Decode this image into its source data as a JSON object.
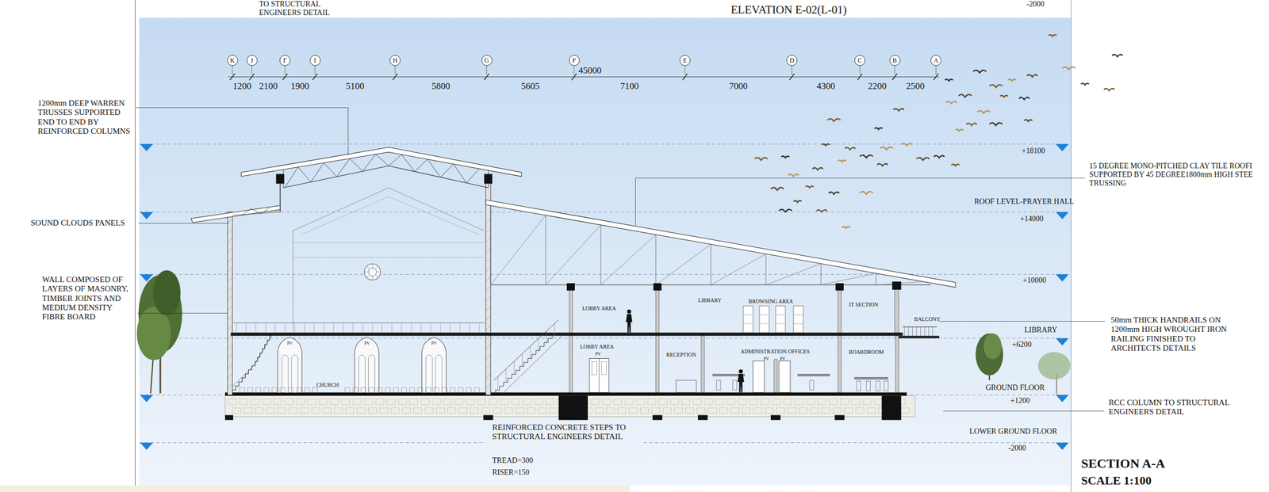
{
  "diagram": {
    "title": "SECTION A-A",
    "nodes": [
      {
        "text": [
          "K"
        ]
      },
      {
        "text": [
          "J"
        ]
      },
      {
        "text": [
          "Γ"
        ]
      },
      {
        "text": [
          "I"
        ]
      },
      {
        "text": [
          "H"
        ]
      },
      {
        "text": [
          "G"
        ]
      },
      {
        "text": [
          "F"
        ]
      },
      {
        "text": [
          "E"
        ]
      },
      {
        "text": [
          "D"
        ]
      },
      {
        "text": [
          "C"
        ]
      },
      {
        "text": [
          "B"
        ]
      },
      {
        "text": [
          "A"
        ]
      }
    ],
    "labels": [
      "TO STRUCTURAL ENGINEERS DETAIL",
      "-2000",
      "ELEVATION E-02(L-01)",
      "45000",
      "1200",
      "2100",
      "1900",
      "5100",
      "5800",
      "5605",
      "7100",
      "7000",
      "4300",
      "2200",
      "2500",
      "1200mm DEEP WARREN TRUSSES SUPPORTED END TO END BY REINFORCED COLUMNS",
      "SOUND CLOUDS PANELS",
      "WALL COMPOSED OF LAYERS OF MASONRY, TIMBER JOINTS AND MEDIUM DENSITY FIBRE BOARD",
      "15 DEGREE MONO-PITCHED CLAY TILE ROOFI SUPPORTED BY 45 DEGREE1800mm HIGH STEE TRUSSING",
      "+18100",
      "ROOF LEVEL-PRAYER HALL",
      "+14000",
      "+10000",
      "LIBRARY",
      "+6200",
      "GROUND FLOOR",
      "+1200",
      "LOWER GROUND FLOOR",
      "-2000",
      "50mm THICK HANDRAILS ON 1200mm HIGH WROUGHT IRON RAILING FINISHED TO ARCHITECTS DETAILS",
      "RCC COLUMN TO STRUCTURAL ENGINEERS DETAIL",
      "REINFORCED CONCRETE STEPS TO STRUCTURAL ENGINEERS DETAIL",
      "TREAD=300",
      "RISER=150",
      "LOBBY AREA",
      "LIBRARY",
      "BROWSING AREA",
      "IT SECTION",
      "BALCONY",
      "LOBBY AREA",
      "RECEPTION",
      "ADMINISTRATION OFFICES",
      "BOARDROOM",
      "CHURCH",
      "PV",
      "PV",
      "PV",
      "PV",
      "PV",
      "PV",
      "SCALE 1:100"
    ]
  }
}
